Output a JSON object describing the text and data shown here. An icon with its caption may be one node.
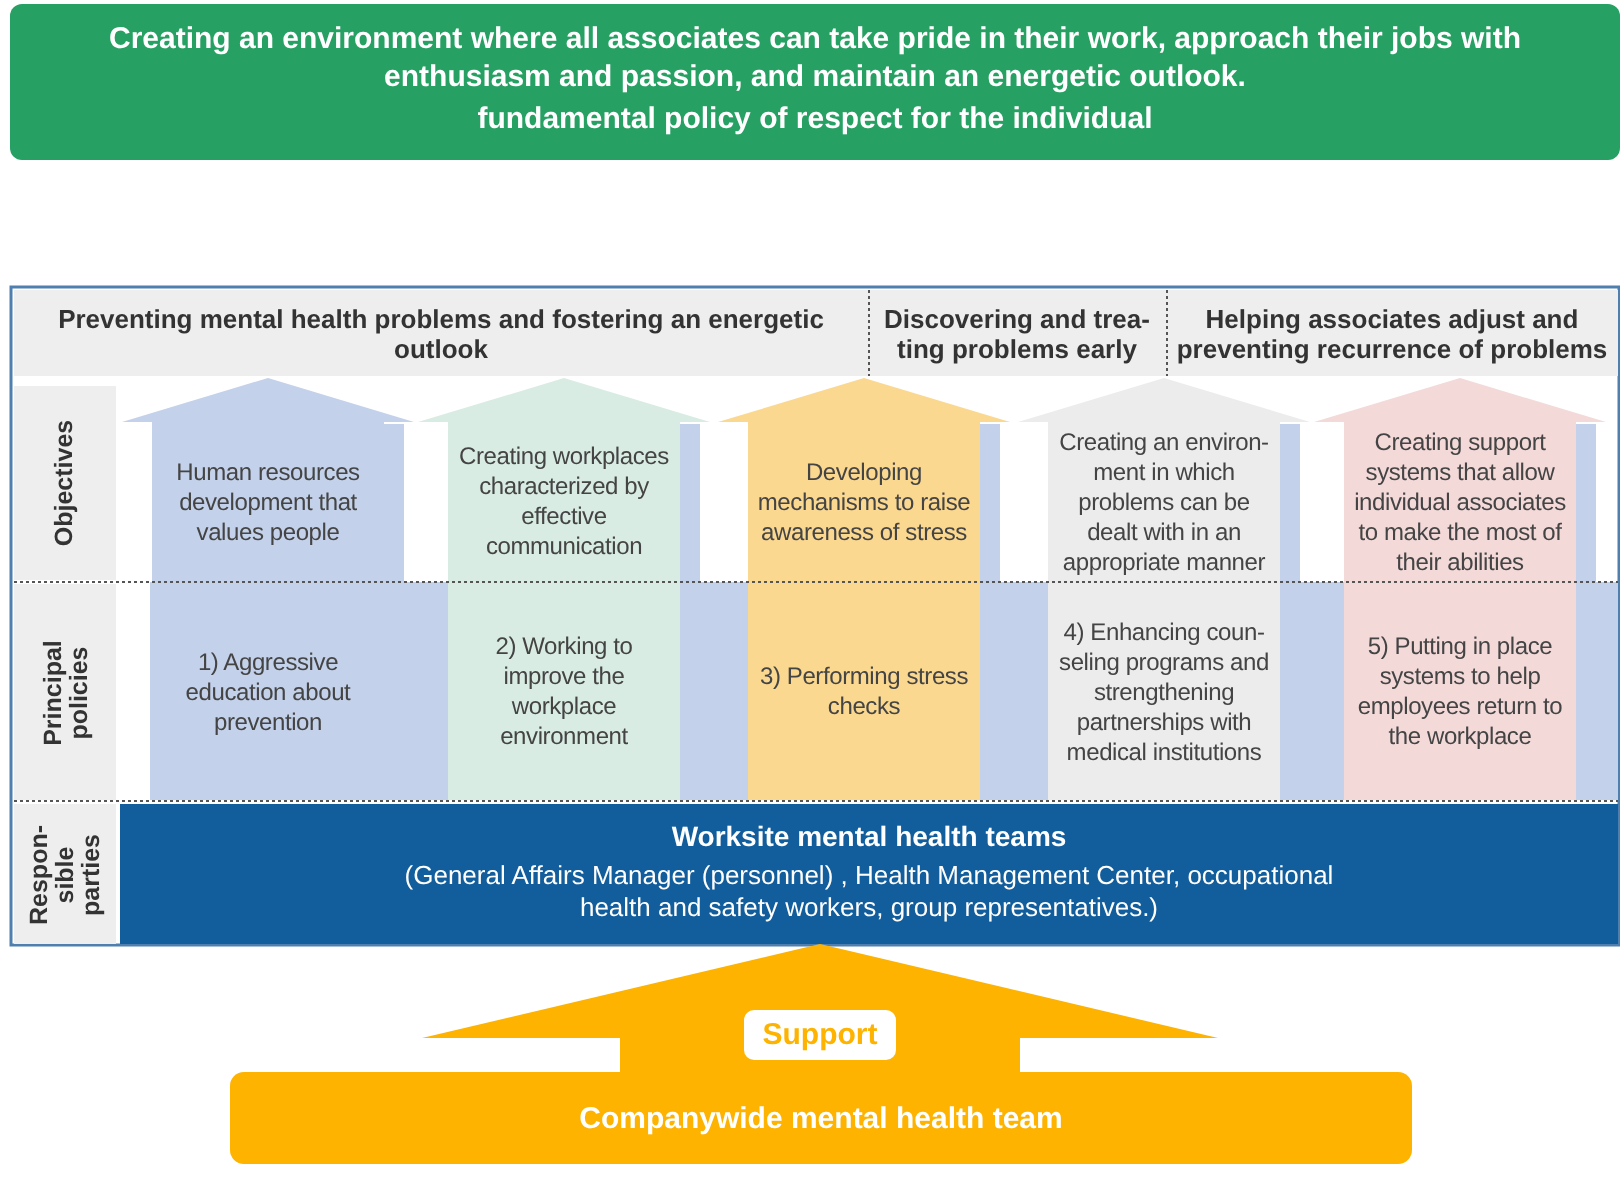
{
  "diagram": {
    "nodes": [
      {
        "text": [
          "Creating an environment where all associates can take pride in their work, approach their jobs with enthusiasm and passion, and maintain an energetic outlook.",
          "fundamental policy of respect for the individual"
        ]
      },
      {
        "text": [
          "Preventing mental health problems and fostering an energetic outlook"
        ]
      },
      {
        "text": [
          "Discovering and trea- ting problems early"
        ]
      },
      {
        "text": [
          "Helping associates adjust and preventing recurrence of problems"
        ]
      },
      {
        "text": [
          "Objectives"
        ]
      },
      {
        "text": [
          "Principal policies"
        ]
      },
      {
        "text": [
          "Respon- sible parties"
        ]
      },
      {
        "text": [
          "Human resources development that values people",
          "1) Aggressive education about prevention"
        ]
      },
      {
        "text": [
          "Creating workplaces characterized by effective communication",
          "2) Working to improve the workplace environment"
        ]
      },
      {
        "text": [
          "Developing mechanisms to raise awareness of stress",
          "3) Performing stress checks"
        ]
      },
      {
        "text": [
          "Creating an environ- ment in which problems can be dealt with in an appropriate manner",
          "4) Enhancing coun- seling programs and strengthening partnerships with medical institutions"
        ]
      },
      {
        "text": [
          "Creating support systems that allow individual associates to make the most of their abilities",
          "5) Putting in place systems to help employees return to the workplace"
        ]
      },
      {
        "text": [
          "Worksite mental health teams",
          "(General Affairs Manager (personnel) , Health Management Center, occupational health and safety workers, group representatives.)"
        ]
      },
      {
        "text": [
          "Companywide mental health team"
        ]
      }
    ],
    "edges": [
      {
        "from": 13,
        "to": 12,
        "arrow": "to",
        "label": "Support",
        "style": "thick"
      }
    ]
  }
}
